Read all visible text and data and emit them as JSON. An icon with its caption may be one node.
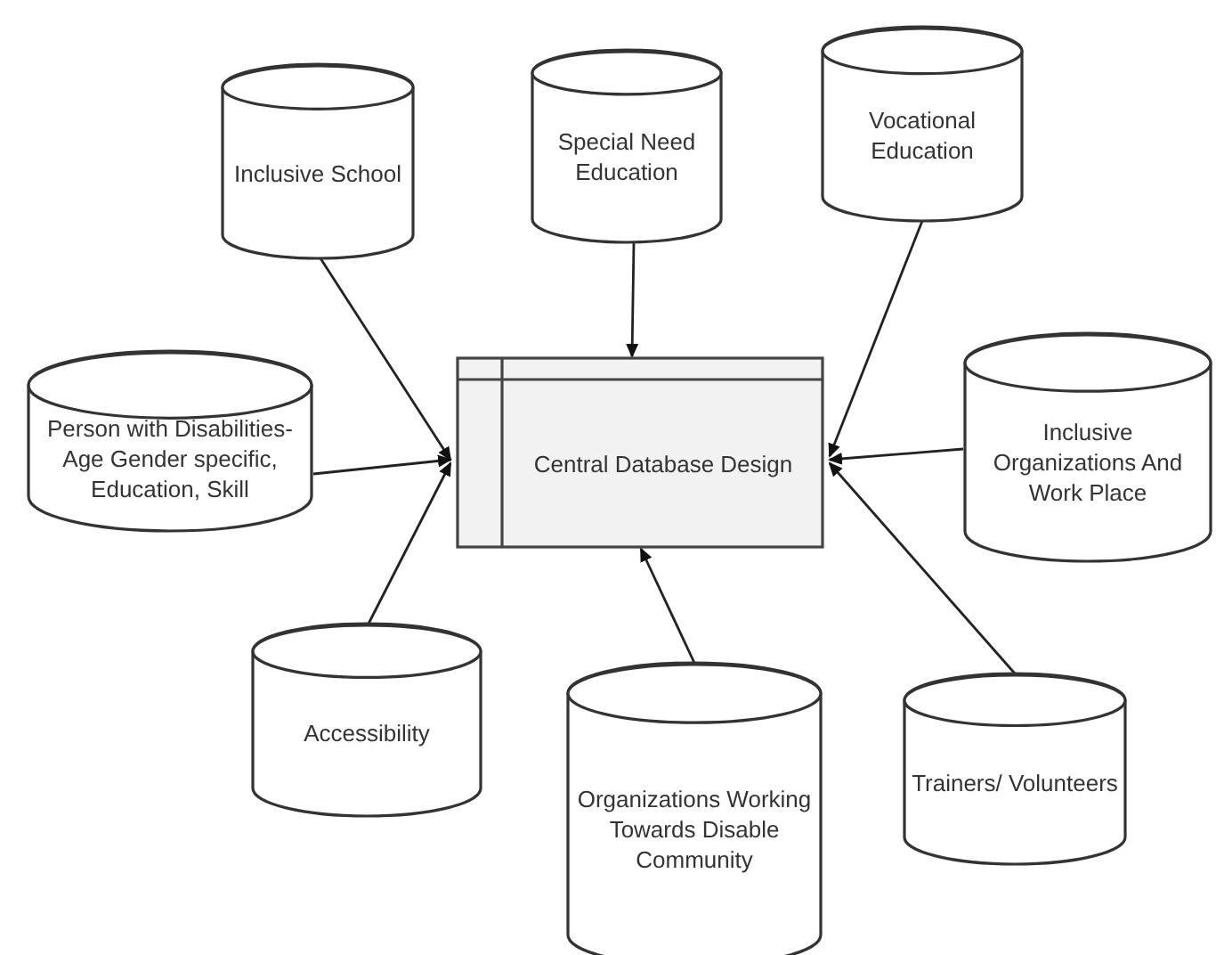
{
  "diagram": {
    "nodes": [
      {
        "text": [
          "Central Database Design"
        ]
      },
      {
        "text": [
          "Inclusive School"
        ]
      },
      {
        "text": [
          "Special Need Education"
        ]
      },
      {
        "text": [
          "Vocational Education"
        ]
      },
      {
        "text": [
          "Person with Disabilities- Age Gender specific, Education, Skill"
        ]
      },
      {
        "text": [
          "Inclusive Organizations And Work Place"
        ]
      },
      {
        "text": [
          "Accessibility"
        ]
      },
      {
        "text": [
          "Organizations Working Towards Disable Community"
        ]
      },
      {
        "text": [
          "Trainers/ Volunteers"
        ]
      }
    ],
    "edges": [
      {
        "from": 1,
        "to": 0,
        "arrow": "to"
      },
      {
        "from": 2,
        "to": 0,
        "arrow": "to"
      },
      {
        "from": 3,
        "to": 0,
        "arrow": "to"
      },
      {
        "from": 4,
        "to": 0,
        "arrow": "to"
      },
      {
        "from": 5,
        "to": 0,
        "arrow": "to"
      },
      {
        "from": 6,
        "to": 0,
        "arrow": "to"
      },
      {
        "from": 7,
        "to": 0,
        "arrow": "to"
      },
      {
        "from": 8,
        "to": 0,
        "arrow": "to"
      }
    ]
  }
}
